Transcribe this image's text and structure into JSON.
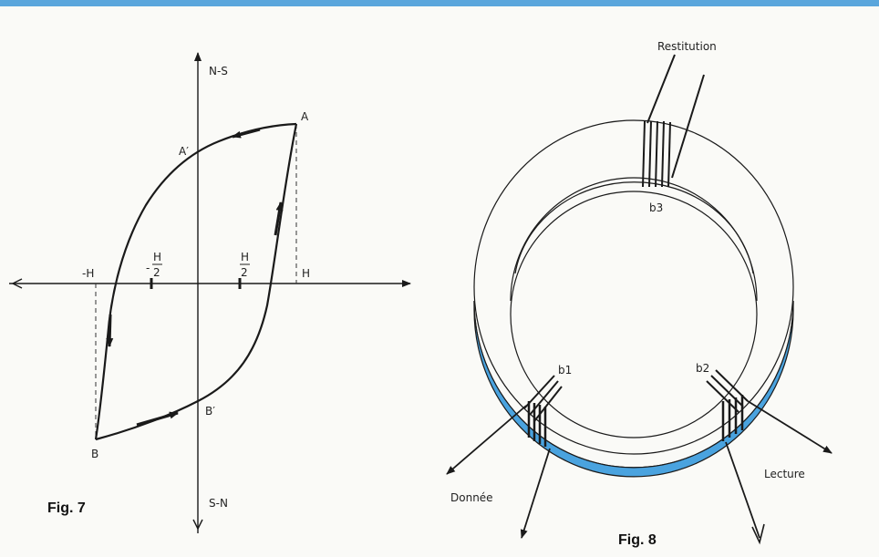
{
  "figure7": {
    "caption": "Fig. 7",
    "axis_top": "N-S",
    "axis_bottom": "S-N",
    "point_a": "A",
    "point_a_prime": "A′",
    "point_b": "B",
    "point_b_prime": "B′",
    "tick_neg_h": "-H",
    "tick_h": "H",
    "tick_neg_half_sign": "-",
    "tick_half_num": "H",
    "tick_half_den": "2"
  },
  "figure8": {
    "caption": "Fig. 8",
    "label_restitution": "Restitution",
    "label_lecture": "Lecture",
    "label_donnee": "Donnée",
    "coil_b1": "b1",
    "coil_b2": "b2",
    "coil_b3": "b3",
    "core_color": "#4aa3df"
  }
}
